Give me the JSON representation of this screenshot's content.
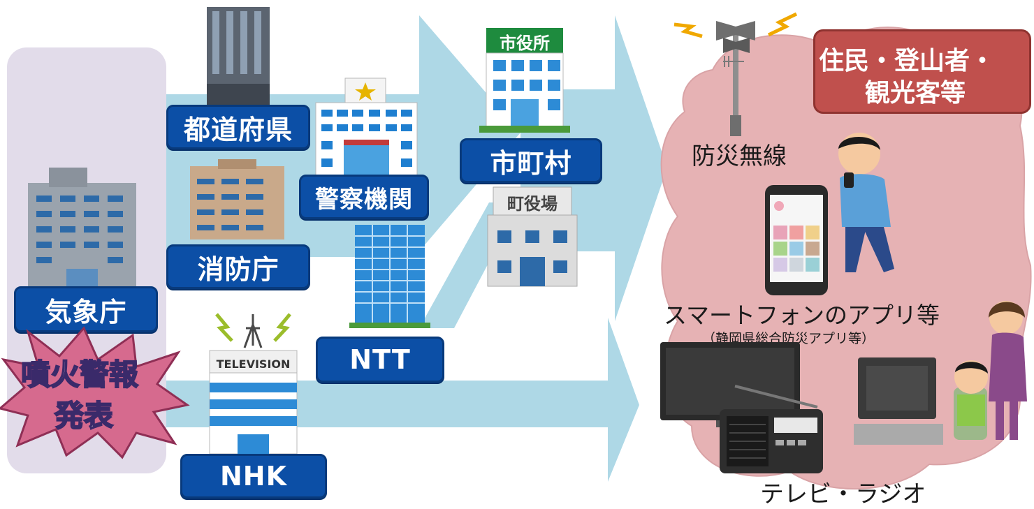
{
  "sources": {
    "jma": "気象庁",
    "alert": [
      "噴火警報",
      "発表"
    ]
  },
  "relays": {
    "prefecture": "都道府県",
    "fire_agency": "消防庁",
    "police": "警察機関",
    "ntt": "NTT",
    "nhk": "NHK",
    "municipality": "市町村"
  },
  "building_signs": {
    "city_hall": "市役所",
    "town_hall": "町役場",
    "tv_station": "TELEVISION"
  },
  "recipients": {
    "title": [
      "住民・登山者・",
      "観光客等"
    ],
    "disaster_radio": "防災無線",
    "smartphone": "スマートフォンのアプリ等",
    "smartphone_note": "（静岡県総合防災アプリ等）",
    "tv_radio": "テレビ・ラジオ"
  },
  "colors": {
    "arrow": "#aed8e6",
    "label_blue": "#0c4fa6",
    "cloud_pink": "#e6b2b4",
    "recipient_box": "#c0504d",
    "source_panel": "#e2dcea",
    "alert_star": "#d66a8e"
  }
}
